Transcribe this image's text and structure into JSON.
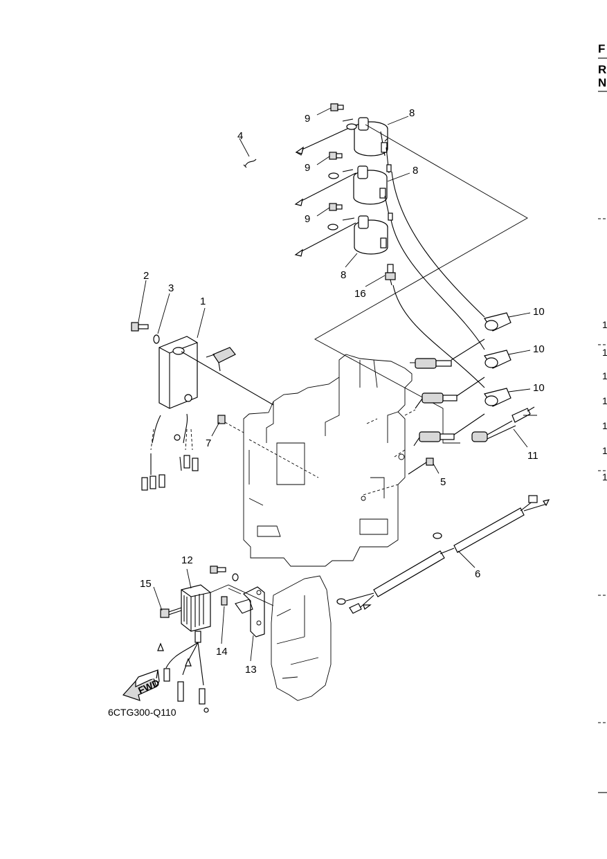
{
  "callouts": {
    "c1": "1",
    "c2": "2",
    "c3": "3",
    "c4": "4",
    "c5": "5",
    "c6": "6",
    "c7": "7",
    "c8a": "8",
    "c8b": "8",
    "c8c": "8",
    "c9a": "9",
    "c9b": "9",
    "c9c": "9",
    "c10a": "10",
    "c10b": "10",
    "c10c": "10",
    "c11": "11",
    "c12": "12",
    "c13": "13",
    "c14": "14",
    "c15": "15",
    "c16": "16"
  },
  "fwd_label": "FWD",
  "figure_code": "6CTG300-Q110",
  "right_edge": {
    "t1": "F",
    "t2": "R",
    "t3": "N",
    "n1": "1",
    "n2": "1",
    "n3": "1",
    "n4": "1",
    "n5": "1",
    "n6": "1",
    "n7": "1"
  }
}
